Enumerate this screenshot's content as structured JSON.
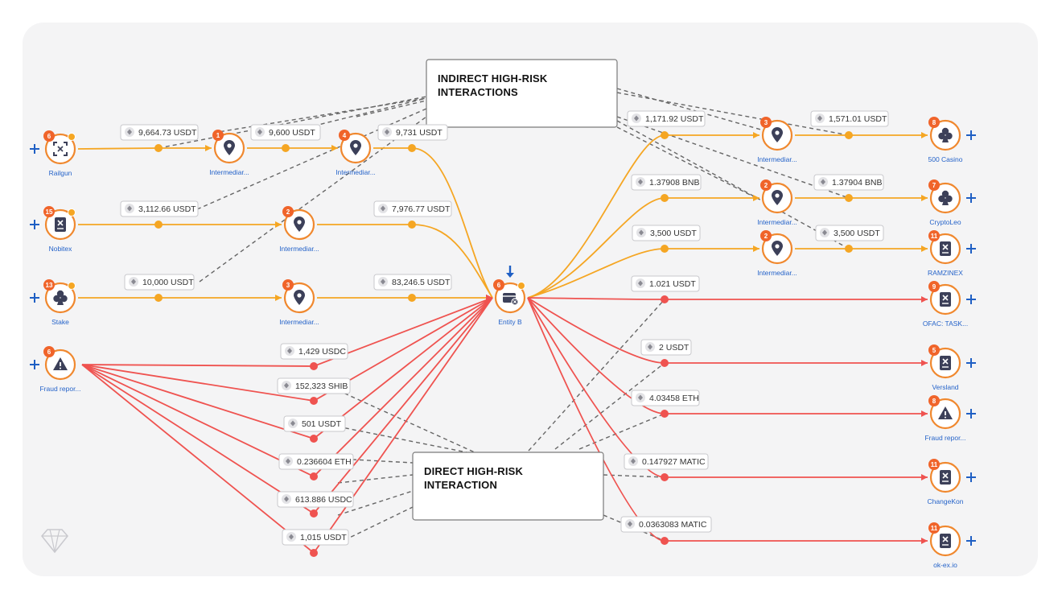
{
  "colors": {
    "orange": "#f5a623",
    "red": "#ef5350",
    "ring": "#f0882e",
    "badge": "#f0642a",
    "dashed": "#666666",
    "label": "#2563c9",
    "icon": "#3c4059",
    "plus": "#1f5fc4"
  },
  "callouts": {
    "indirect": [
      "INDIRECT HIGH-RISK",
      "INTERACTIONS"
    ],
    "direct": [
      "DIRECT HIGH-RISK",
      "INTERACTION"
    ]
  },
  "nodes": [
    {
      "id": "railgun",
      "label": "Railgun",
      "badge": "6",
      "icon": "mixer-icon",
      "dot": true,
      "plus": "left"
    },
    {
      "id": "nobitex",
      "label": "Nobitex",
      "badge": "15",
      "icon": "exchange-icon",
      "dot": true,
      "plus": "left"
    },
    {
      "id": "stake",
      "label": "Stake",
      "badge": "13",
      "icon": "club-icon",
      "dot": true,
      "plus": "left"
    },
    {
      "id": "fraud_left",
      "label": "Fraud repor...",
      "badge": "6",
      "icon": "warning-icon",
      "dot": false,
      "plus": "left"
    },
    {
      "id": "im1",
      "label": "Intermediar...",
      "badge": "1",
      "icon": "location-pin-icon",
      "dot": false
    },
    {
      "id": "im2",
      "label": "Intermediar...",
      "badge": "4",
      "icon": "location-pin-icon",
      "dot": false
    },
    {
      "id": "im3",
      "label": "Intermediar...",
      "badge": "2",
      "icon": "location-pin-icon",
      "dot": false
    },
    {
      "id": "im4",
      "label": "Intermediar...",
      "badge": "3",
      "icon": "location-pin-icon",
      "dot": false
    },
    {
      "id": "entity_b",
      "label": "Entity B",
      "badge": "6",
      "icon": "wallet-icon",
      "dot": true,
      "arrow": true
    },
    {
      "id": "im5",
      "label": "Intermediar...",
      "badge": "3",
      "icon": "location-pin-icon",
      "dot": false
    },
    {
      "id": "im6",
      "label": "Intermediar...",
      "badge": "2",
      "icon": "location-pin-icon",
      "dot": false
    },
    {
      "id": "im7",
      "label": "Intermediar...",
      "badge": "2",
      "icon": "location-pin-icon",
      "dot": false
    },
    {
      "id": "casino500",
      "label": "500 Casino",
      "badge": "8",
      "icon": "club-icon",
      "dot": false,
      "plus": "right"
    },
    {
      "id": "cryptoleo",
      "label": "CryptoLeo",
      "badge": "7",
      "icon": "club-icon",
      "dot": false,
      "plus": "right"
    },
    {
      "id": "ramzinex",
      "label": "RAMZINEX",
      "badge": "11",
      "icon": "exchange-icon",
      "dot": false,
      "plus": "right"
    },
    {
      "id": "ofac",
      "label": "OFAC: TASK...",
      "badge": "9",
      "icon": "exchange-icon",
      "dot": false,
      "plus": "right"
    },
    {
      "id": "versland",
      "label": "Versland",
      "badge": "5",
      "icon": "exchange-icon",
      "dot": false,
      "plus": "right"
    },
    {
      "id": "fraud_right",
      "label": "Fraud repor...",
      "badge": "8",
      "icon": "warning-icon",
      "dot": false,
      "plus": "right"
    },
    {
      "id": "changekon",
      "label": "ChangeKon",
      "badge": "11",
      "icon": "exchange-icon",
      "dot": false,
      "plus": "right"
    },
    {
      "id": "okex",
      "label": "ok-ex.io",
      "badge": "11",
      "icon": "exchange-icon",
      "dot": false,
      "plus": "right"
    }
  ],
  "edges": [
    {
      "from": "railgun",
      "to": "im1",
      "amount": "9,664.73 USDT",
      "token": "usdt",
      "risk": "indirect"
    },
    {
      "from": "im1",
      "to": "im2",
      "amount": "9,600 USDT",
      "token": "usdt",
      "risk": "indirect"
    },
    {
      "from": "im2",
      "to": "entity_b",
      "amount": "9,731 USDT",
      "token": "usdt",
      "risk": "indirect"
    },
    {
      "from": "nobitex",
      "to": "im3",
      "amount": "3,112.66 USDT",
      "token": "usdt",
      "risk": "indirect"
    },
    {
      "from": "im3",
      "to": "entity_b",
      "amount": "7,976.77 USDT",
      "token": "usdt",
      "risk": "indirect"
    },
    {
      "from": "stake",
      "to": "im4",
      "amount": "10,000 USDT",
      "token": "usdt",
      "risk": "indirect"
    },
    {
      "from": "im4",
      "to": "entity_b",
      "amount": "83,246.5 USDT",
      "token": "usdt",
      "risk": "indirect"
    },
    {
      "from": "fraud_left",
      "to": "entity_b",
      "amount": "1,429 USDC",
      "token": "usdc",
      "risk": "direct"
    },
    {
      "from": "fraud_left",
      "to": "entity_b",
      "amount": "152,323 SHIB",
      "token": "shib",
      "risk": "direct"
    },
    {
      "from": "fraud_left",
      "to": "entity_b",
      "amount": "501 USDT",
      "token": "usdt",
      "risk": "direct"
    },
    {
      "from": "fraud_left",
      "to": "entity_b",
      "amount": "0.236604 ETH",
      "token": "eth",
      "risk": "direct"
    },
    {
      "from": "fraud_left",
      "to": "entity_b",
      "amount": "613.886 USDC",
      "token": "usdc",
      "risk": "direct"
    },
    {
      "from": "fraud_left",
      "to": "entity_b",
      "amount": "1,015 USDT",
      "token": "usdt",
      "risk": "direct"
    },
    {
      "from": "entity_b",
      "to": "im5",
      "amount": "1,171.92 USDT",
      "token": "usdt",
      "risk": "indirect"
    },
    {
      "from": "im5",
      "to": "casino500",
      "amount": "1,571.01 USDT",
      "token": "usdt",
      "risk": "indirect"
    },
    {
      "from": "entity_b",
      "to": "im6",
      "amount": "1.37908 BNB",
      "token": "bnb",
      "risk": "indirect"
    },
    {
      "from": "im6",
      "to": "cryptoleo",
      "amount": "1.37904 BNB",
      "token": "bnb",
      "risk": "indirect"
    },
    {
      "from": "entity_b",
      "to": "im7",
      "amount": "3,500 USDT",
      "token": "usdt",
      "risk": "indirect"
    },
    {
      "from": "im7",
      "to": "ramzinex",
      "amount": "3,500 USDT",
      "token": "usdt",
      "risk": "indirect"
    },
    {
      "from": "entity_b",
      "to": "ofac",
      "amount": "1.021 USDT",
      "token": "usdt",
      "risk": "direct"
    },
    {
      "from": "entity_b",
      "to": "versland",
      "amount": "2 USDT",
      "token": "usdt",
      "risk": "direct"
    },
    {
      "from": "entity_b",
      "to": "fraud_right",
      "amount": "4.03458 ETH",
      "token": "eth",
      "risk": "direct"
    },
    {
      "from": "entity_b",
      "to": "changekon",
      "amount": "0.147927 MATIC",
      "token": "matic",
      "risk": "direct"
    },
    {
      "from": "entity_b",
      "to": "okex",
      "amount": "0.0363083 MATIC",
      "token": "matic",
      "risk": "direct"
    }
  ],
  "watermark_icon": "diamond-icon"
}
